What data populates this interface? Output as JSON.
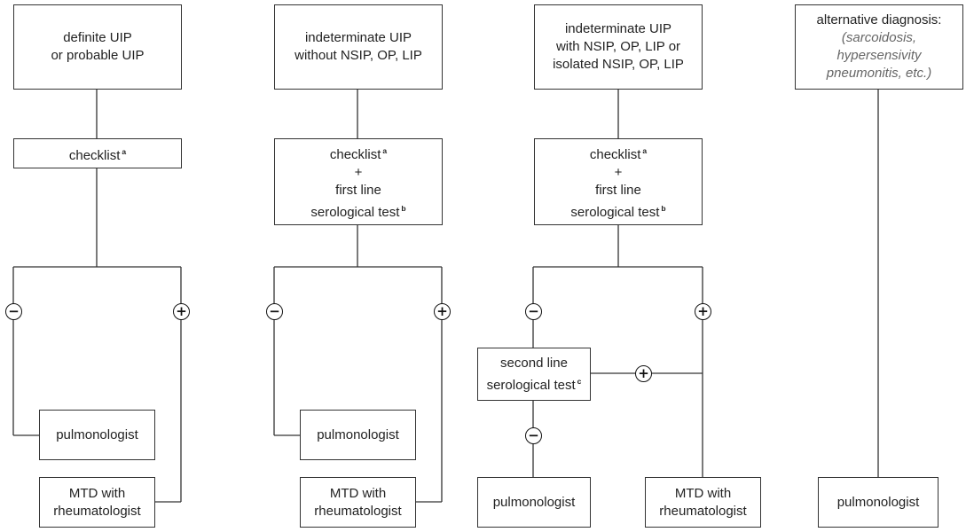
{
  "flows": {
    "a": {
      "start": {
        "lines": [
          "definite UIP",
          "or probable UIP"
        ]
      },
      "check": {
        "text": "checklist",
        "note": "a"
      },
      "neg_sign": "−",
      "pos_sign": "+",
      "out_neg": "pulmonologist",
      "out_pos": [
        "MTD with",
        "rheumatologist"
      ]
    },
    "b": {
      "start": {
        "lines": [
          "indeterminate UIP",
          "without NSIP, OP, LIP"
        ]
      },
      "check": {
        "l1": "checklist",
        "n1": "a",
        "l2": "+",
        "l3": "first line",
        "l4": "serological test",
        "n4": "b"
      },
      "neg_sign": "−",
      "pos_sign": "+",
      "out_neg": "pulmonologist",
      "out_pos": [
        "MTD with",
        "rheumatologist"
      ]
    },
    "c": {
      "start": {
        "lines": [
          "indeterminate UIP",
          "with NSIP, OP, LIP or",
          "isolated NSIP, OP, LIP"
        ]
      },
      "check": {
        "l1": "checklist",
        "n1": "a",
        "l2": "+",
        "l3": "first line",
        "l4": "serological test",
        "n4": "b"
      },
      "neg_sign": "−",
      "pos_sign": "+",
      "second": {
        "l1": "second line",
        "l2": "serological test",
        "n2": "c"
      },
      "second_pos_sign": "+",
      "second_neg_sign": "−",
      "out_neg": "pulmonologist",
      "out_pos": [
        "MTD with",
        "rheumatologist"
      ]
    },
    "d": {
      "start": {
        "title": "alternative diagnosis:",
        "italic": [
          "(sarcoidosis,",
          "hypersensivity",
          "pneumonitis, etc.)"
        ]
      },
      "out": "pulmonologist"
    }
  }
}
